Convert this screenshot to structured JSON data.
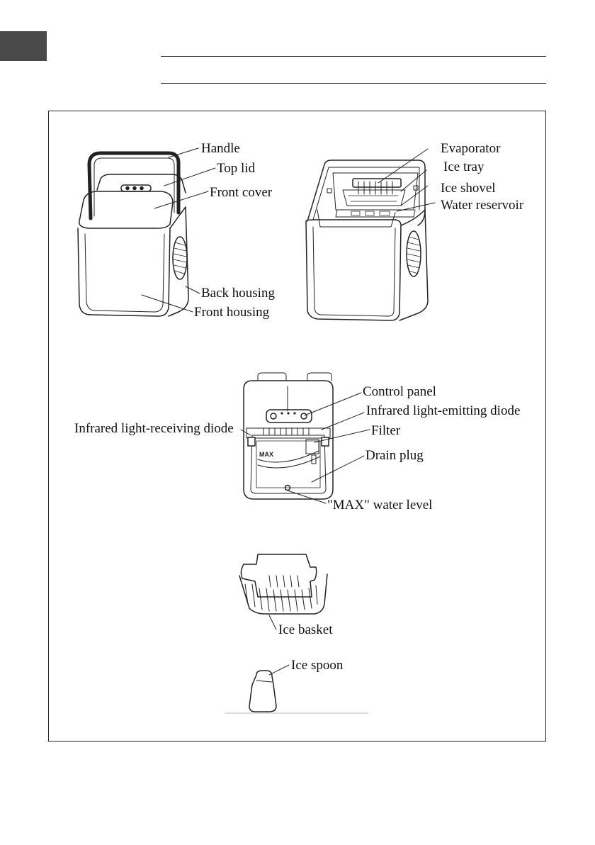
{
  "labels": {
    "handle": "Handle",
    "top_lid": "Top lid",
    "front_cover": "Front cover",
    "back_housing": "Back housing",
    "front_housing": "Front housing",
    "evaporator": "Evaporator",
    "ice_tray": "Ice tray",
    "ice_shovel": "Ice shovel",
    "water_reservoir": "Water reservoir",
    "control_panel": "Control panel",
    "ir_emitting": "Infrared light-emitting diode",
    "ir_receiving": "Infrared light-receiving diode",
    "filter": "Filter",
    "drain_plug": "Drain plug",
    "max_level": "\"MAX\" water level",
    "ice_basket": "Ice basket",
    "ice_spoon": "Ice spoon",
    "max_mark": "MAX"
  }
}
